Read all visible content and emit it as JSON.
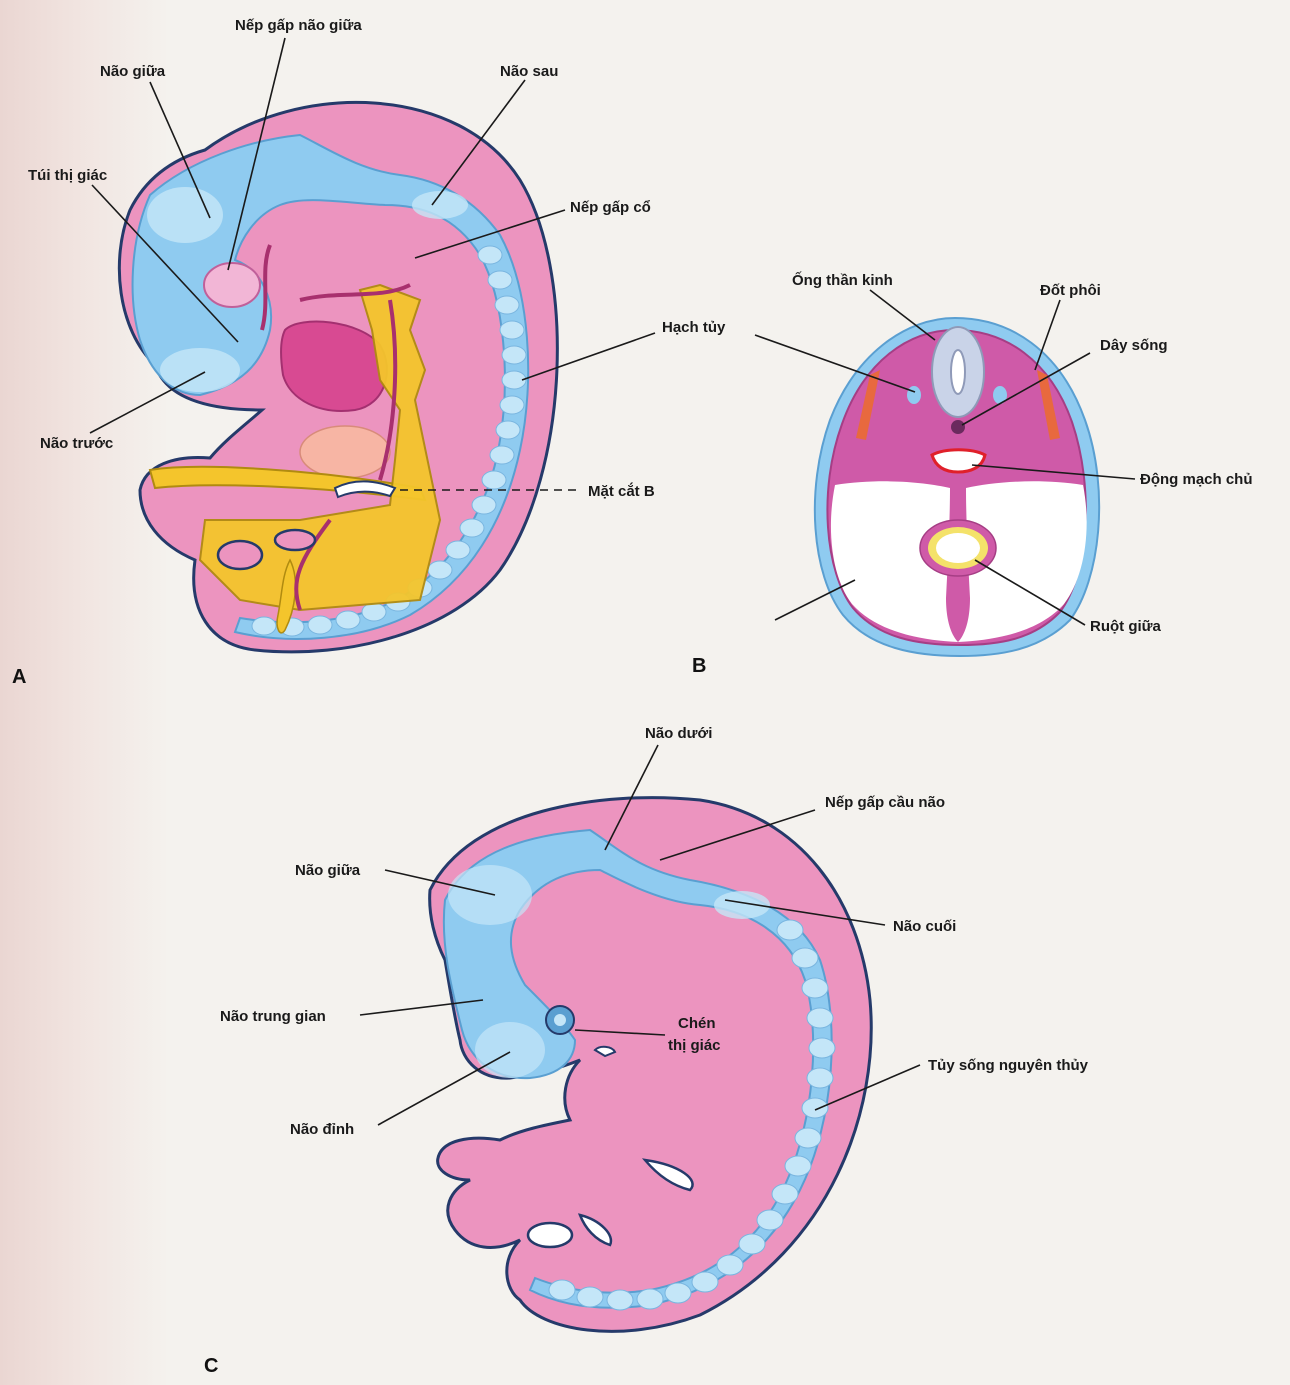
{
  "panels": {
    "a": {
      "letter": "A",
      "labels": {
        "nep_gap_nao_giua": "Nếp gấp não giữa",
        "nao_giua": "Não giữa",
        "nao_sau": "Não sau",
        "tui_thi_giac": "Túi thị giác",
        "nep_gap_co": "Nếp gấp cổ",
        "hach_tuy": "Hạch tủy",
        "nao_truoc": "Não trước",
        "mat_cat_b": "Mặt cắt B"
      }
    },
    "b": {
      "letter": "B",
      "labels": {
        "ong_than_kinh": "Ống thần kinh",
        "dot_phoi": "Đốt phôi",
        "day_song": "Dây sống",
        "dong_mach_chu": "Động mạch chủ",
        "ruot_giua": "Ruột giữa"
      }
    },
    "c": {
      "letter": "C",
      "labels": {
        "nao_duoi": "Não dưới",
        "nep_gap_cau_nao": "Nếp gấp cầu não",
        "nao_giua": "Não giữa",
        "nao_cuoi": "Não cuối",
        "nao_trung_gian": "Não trung gian",
        "chen_thi_giac_1": "Chén",
        "chen_thi_giac_2": "thị giác",
        "nao_dinh": "Não đỉnh",
        "tuy_song_nguyen_thuy": "Tủy sống nguyên thủy"
      }
    }
  },
  "colors": {
    "tissue_pink": "#ec94bf",
    "neural_blue": "#8fcbf0",
    "neural_light": "#c4e6f8",
    "outline_navy": "#253a6a",
    "cross_section_magenta": "#cf5aa8",
    "yolk_yellow": "#f4c52c",
    "somite_orange": "#e8693e"
  }
}
